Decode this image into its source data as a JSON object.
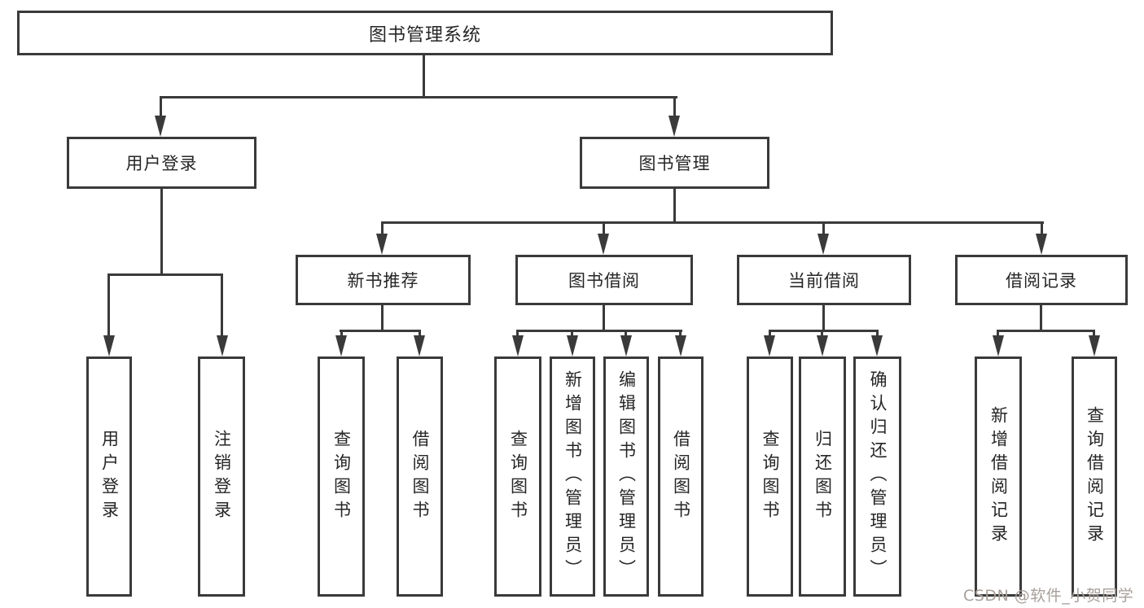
{
  "diagram": {
    "type": "tree",
    "title": "图书管理系统",
    "tree": {
      "label": "图书管理系统",
      "children": [
        {
          "label": "用户登录",
          "children": [
            {
              "label": "用户登录"
            },
            {
              "label": "注销登录"
            }
          ]
        },
        {
          "label": "图书管理",
          "children": [
            {
              "label": "新书推荐",
              "children": [
                {
                  "label": "查询图书"
                },
                {
                  "label": "借阅图书"
                }
              ]
            },
            {
              "label": "图书借阅",
              "children": [
                {
                  "label": "查询图书"
                },
                {
                  "label": "新增图书（管理员）"
                },
                {
                  "label": "编辑图书（管理员）"
                },
                {
                  "label": "借阅图书"
                }
              ]
            },
            {
              "label": "当前借阅",
              "children": [
                {
                  "label": "查询图书"
                },
                {
                  "label": "归还图书"
                },
                {
                  "label": "确认归还（管理员）"
                }
              ]
            },
            {
              "label": "借阅记录",
              "children": [
                {
                  "label": "新增借阅记录"
                },
                {
                  "label": "查询借阅记录"
                }
              ]
            }
          ]
        }
      ]
    }
  },
  "watermark": {
    "text": "CSDN @软件_小贺同学",
    "color": "#a8a09c"
  },
  "colors": {
    "line": "#3a3a3a",
    "text": "#262626",
    "background": "#ffffff"
  }
}
